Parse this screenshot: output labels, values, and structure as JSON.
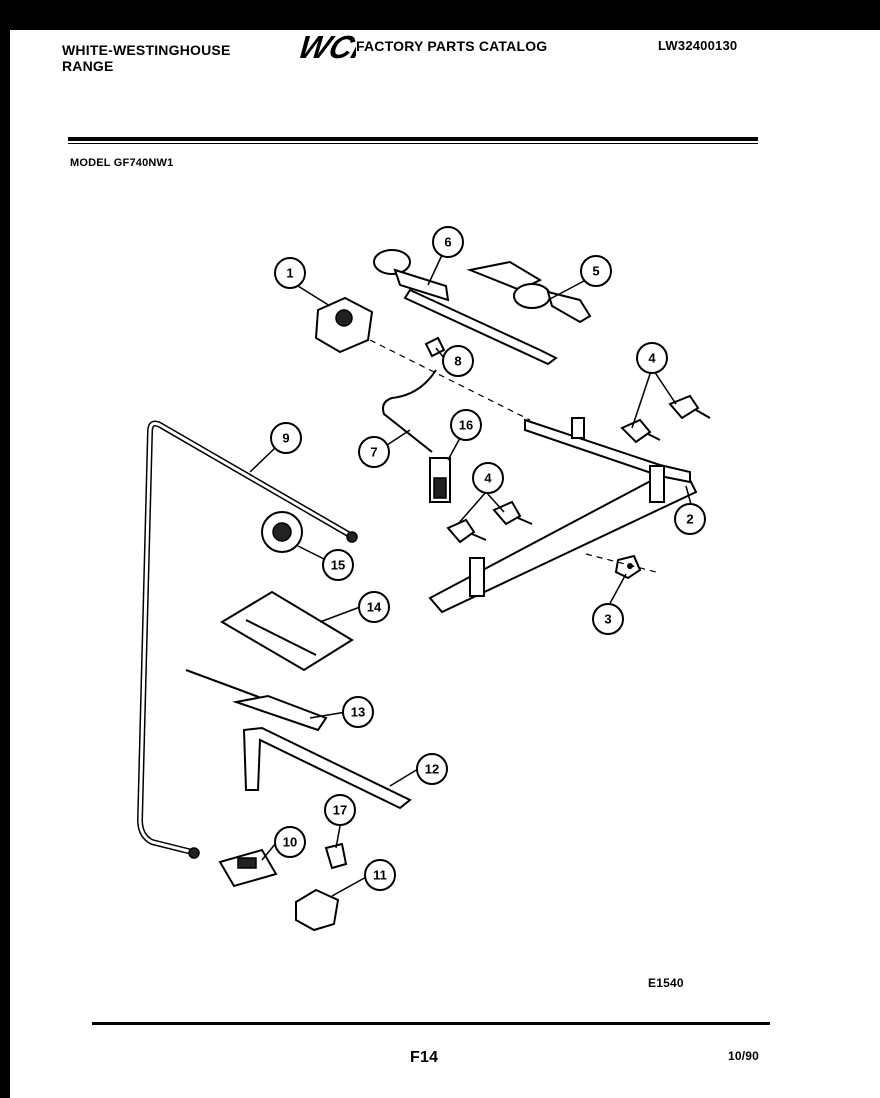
{
  "header": {
    "brand_line1": "WHITE-WESTINGHOUSE",
    "brand_line2": "RANGE",
    "logo_text": "WCI",
    "catalog_title": "FACTORY PARTS CATALOG",
    "catalog_number": "LW32400130",
    "model": "MODEL GF740NW1"
  },
  "footer": {
    "page": "F14",
    "date": "10/90",
    "diagram_code": "E1540"
  },
  "callouts": {
    "c1": "1",
    "c2": "2",
    "c3": "3",
    "c4a": "4",
    "c4b": "4",
    "c5": "5",
    "c6": "6",
    "c7": "7",
    "c8": "8",
    "c9": "9",
    "c10": "10",
    "c11": "11",
    "c12": "12",
    "c13": "13",
    "c14": "14",
    "c15": "15",
    "c16": "16",
    "c17": "17"
  }
}
